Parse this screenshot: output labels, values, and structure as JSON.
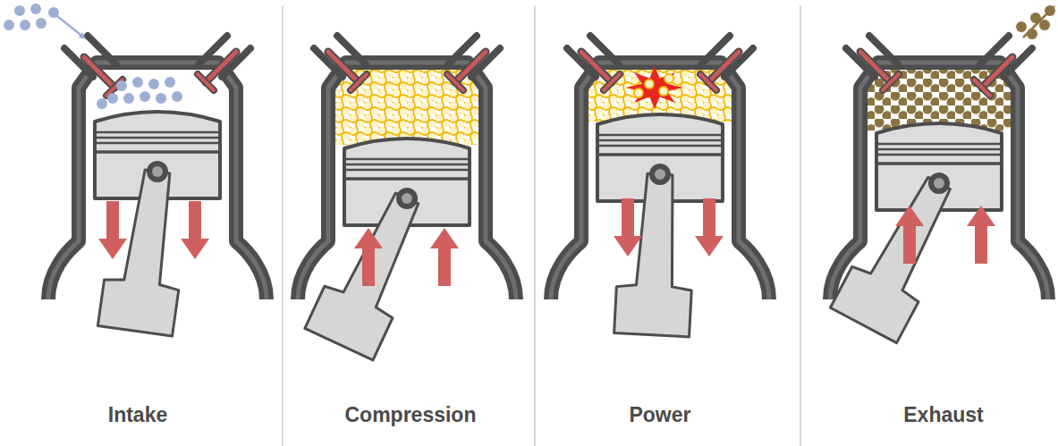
{
  "diagram": {
    "labels": [
      "Intake",
      "Compression",
      "Power",
      "Exhaust"
    ]
  }
}
